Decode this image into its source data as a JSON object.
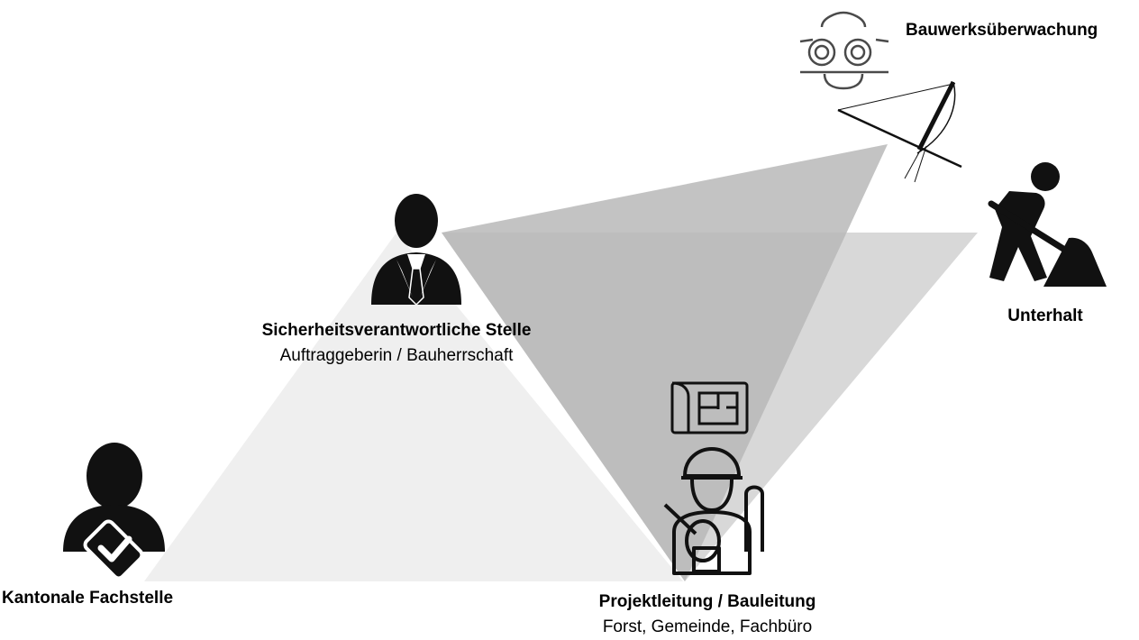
{
  "nodes": {
    "sicherheit": {
      "title": "Sicherheitsverantwortliche Stelle",
      "subtitle": "Auftraggeberin / Bauherrschaft",
      "icon": "businessman-icon"
    },
    "kantonal": {
      "title": "Kantonale Fachstelle",
      "icon": "verified-person-icon"
    },
    "projekt": {
      "title": "Projektleitung / Bauleitung",
      "subtitle": "Forst, Gemeinde, Fachbüro",
      "icon": "construction-engineer-icon",
      "secondary_icon": "blueprint-icon"
    },
    "unterhalt": {
      "title": "Unterhalt",
      "icon": "worker-shoveling-icon"
    },
    "bauwerk": {
      "title": "Bauwerksüberwachung",
      "icon": "binoculars-icon",
      "secondary_icon": "surveying-instrument-icon"
    }
  },
  "colors": {
    "triangle_light": "#efefef",
    "triangle_mid": "#c9c9c9",
    "triangle_dark": "#a9a9a9",
    "icon_dark": "#111111",
    "icon_outline": "#4a4a4a"
  }
}
